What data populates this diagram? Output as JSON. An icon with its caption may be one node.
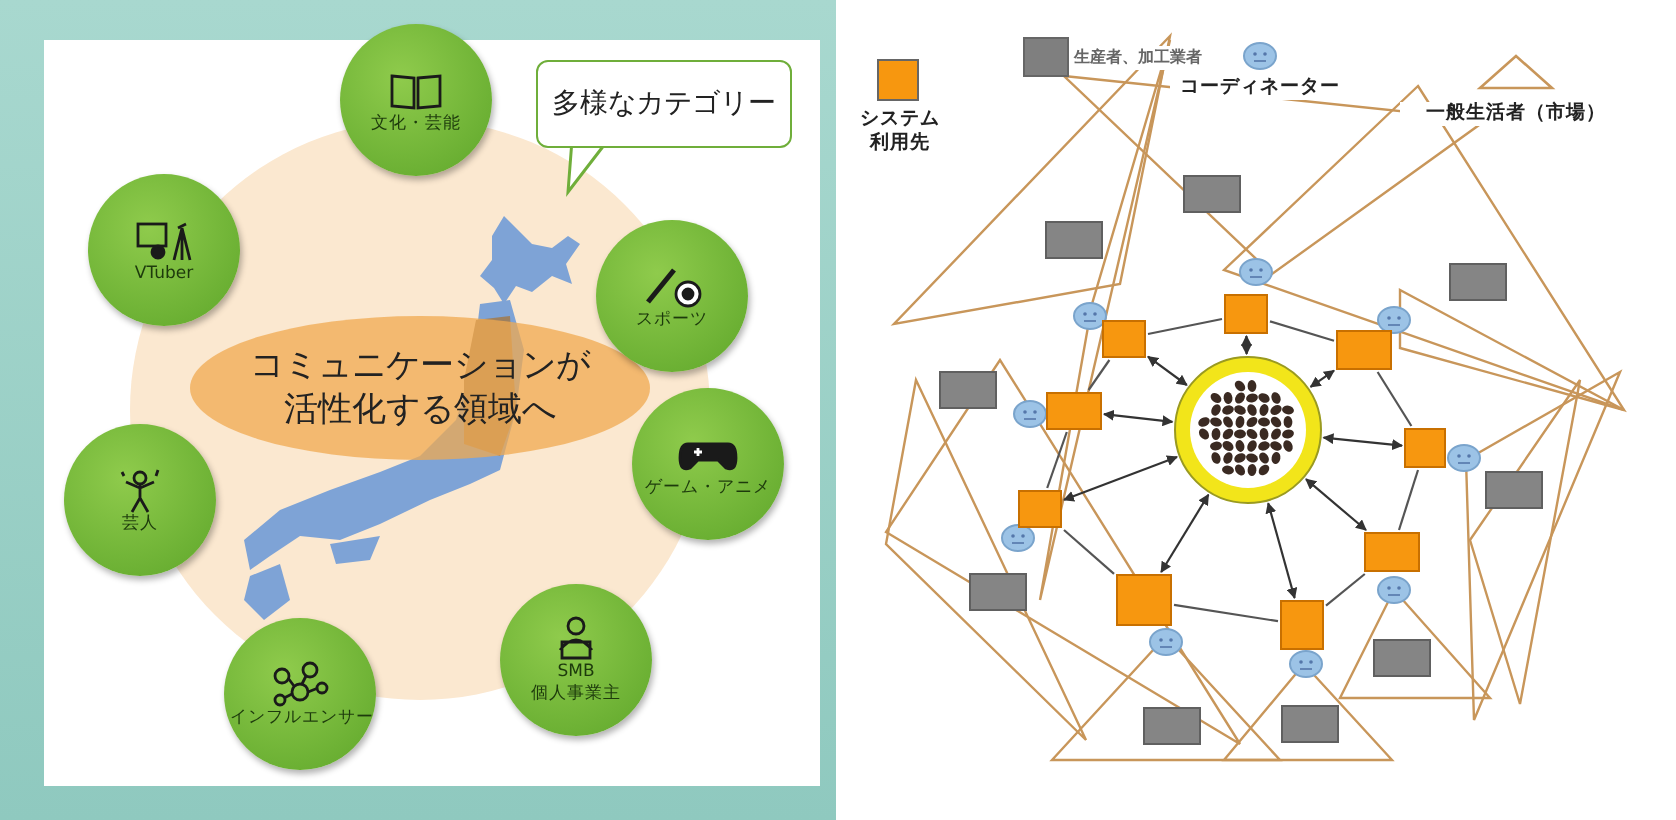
{
  "diagram": {
    "nodes": [
      {
        "text": [
          "コミュニケーションが活性化する領域へ"
        ]
      },
      {
        "text": [
          "多様なカテゴリー"
        ]
      },
      {
        "text": [
          "文化・芸能"
        ]
      },
      {
        "text": [
          "VTuber"
        ]
      },
      {
        "text": [
          "スポーツ"
        ]
      },
      {
        "text": [
          "芸人"
        ]
      },
      {
        "text": [
          "ゲーム・アニメ"
        ]
      },
      {
        "text": [
          "SMB 個人事業主"
        ]
      },
      {
        "text": [
          "インフルエンサー"
        ]
      },
      {
        "text": [],
        "shape": "picture"
      },
      {
        "text": [],
        "shape": "box"
      },
      {
        "text": [],
        "shape": "box"
      },
      {
        "text": [],
        "shape": "box"
      },
      {
        "text": [],
        "shape": "box"
      },
      {
        "text": [],
        "shape": "box"
      },
      {
        "text": [],
        "shape": "box"
      },
      {
        "text": [],
        "shape": "box"
      },
      {
        "text": [],
        "shape": "box"
      },
      {
        "text": [],
        "shape": "box"
      }
    ],
    "edges": [
      {
        "from": 9,
        "to": 10,
        "arrow": "both"
      },
      {
        "from": 9,
        "to": 11,
        "arrow": "both"
      },
      {
        "from": 9,
        "to": 12,
        "arrow": "both"
      },
      {
        "from": 9,
        "to": 13,
        "arrow": "both"
      },
      {
        "from": 9,
        "to": 14,
        "arrow": "both"
      },
      {
        "from": 9,
        "to": 15,
        "arrow": "both"
      },
      {
        "from": 9,
        "to": 16,
        "arrow": "both"
      },
      {
        "from": 9,
        "to": 17,
        "arrow": "both"
      },
      {
        "from": 9,
        "to": 18,
        "arrow": "both"
      },
      {
        "from": 11,
        "to": 10,
        "arrow": "none"
      },
      {
        "from": 10,
        "to": 12,
        "arrow": "none"
      },
      {
        "from": 12,
        "to": 14,
        "arrow": "none"
      },
      {
        "from": 14,
        "to": 16,
        "arrow": "none"
      },
      {
        "from": 16,
        "to": 18,
        "arrow": "none"
      },
      {
        "from": 18,
        "to": 17,
        "arrow": "none"
      },
      {
        "from": 17,
        "to": 15,
        "arrow": "none"
      },
      {
        "from": 15,
        "to": 13,
        "arrow": "none"
      },
      {
        "from": 13,
        "to": 11,
        "arrow": "none"
      }
    ],
    "legend": [
      {
        "text": "システム利用先",
        "color": "#f7970f"
      },
      {
        "text": "生産者、加工業者",
        "color": "#7f7f7f"
      },
      {
        "text": "コーディネーター"
      },
      {
        "text": "一般生活者（市場）"
      }
    ]
  }
}
